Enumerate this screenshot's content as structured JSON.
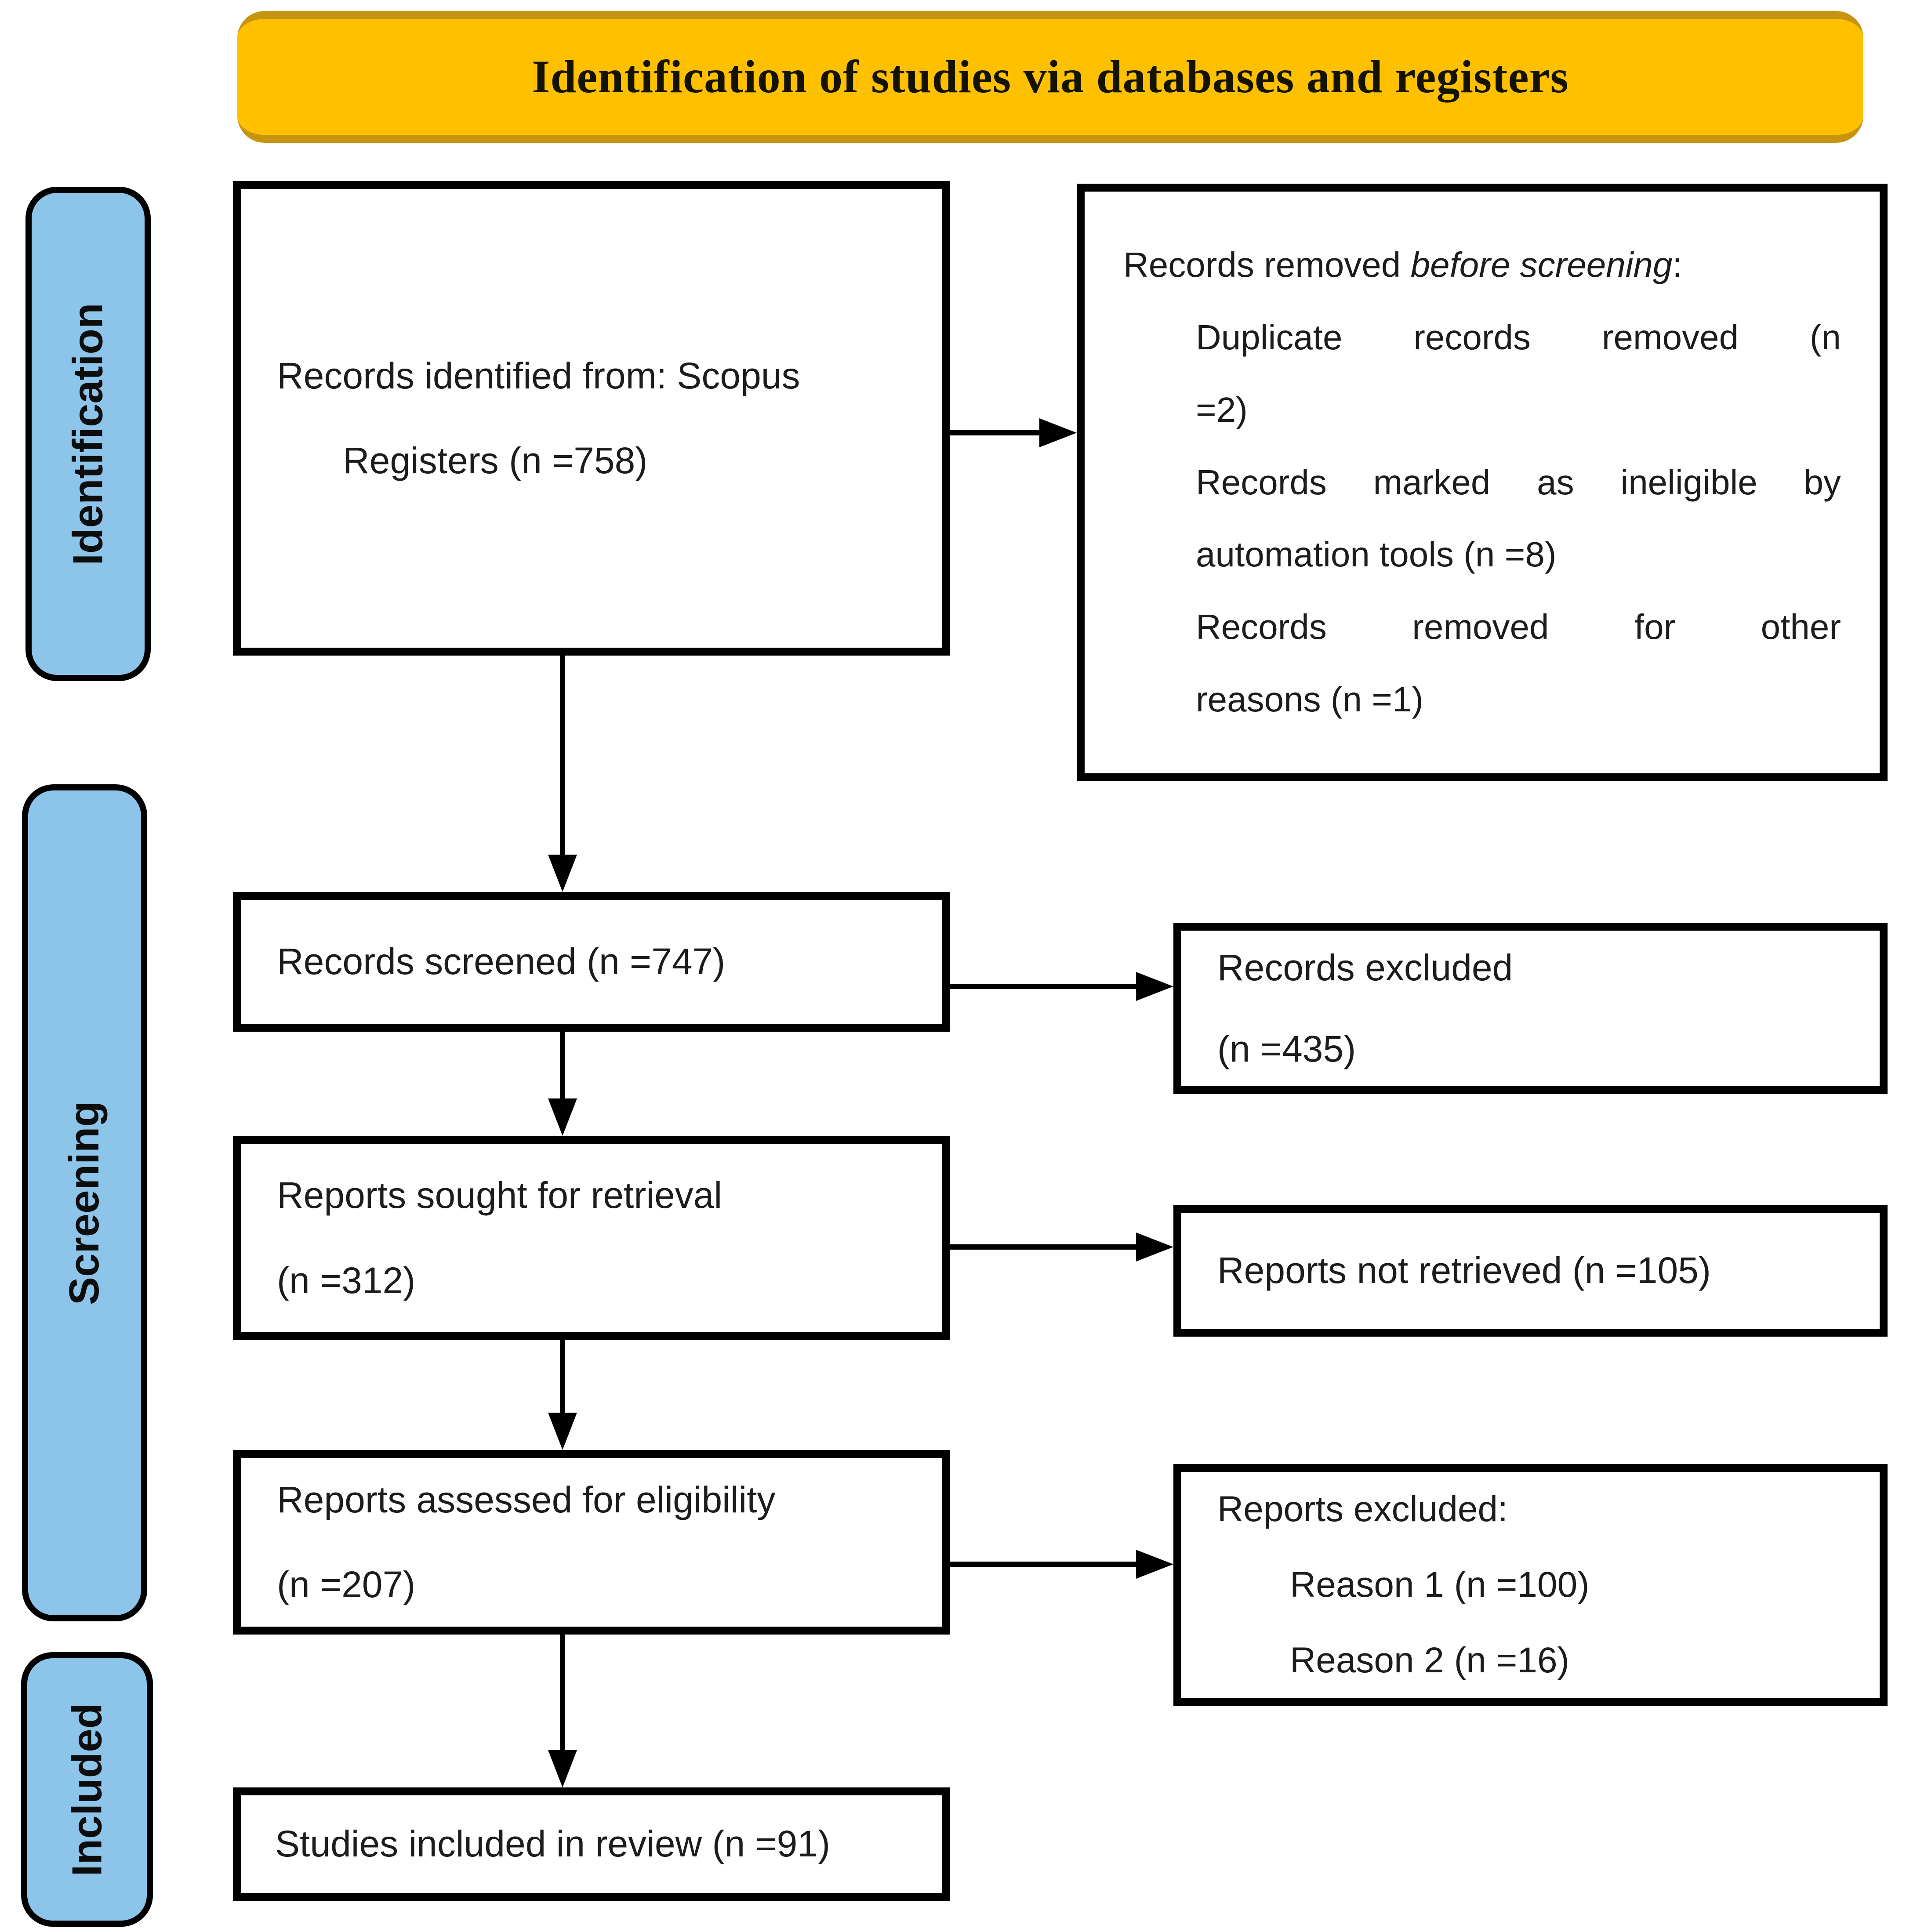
{
  "title": "Identification of studies via databases and registers",
  "colors": {
    "banner": "#FFC000",
    "banner_edge": "#C79412",
    "stage_label_blue": "#8DC4EA",
    "box_border": "#000000",
    "background": "#FFFFFF"
  },
  "side_labels": {
    "identification": "Identification",
    "screening": "Screening",
    "included": "Included"
  },
  "boxes": {
    "records_identified": {
      "line1": "Records identified from: Scopus",
      "line2": "Registers (n =758)"
    },
    "records_removed": {
      "heading": {
        "prefix": "Records removed ",
        "italic": "before screening",
        "suffix": ":"
      },
      "items": [
        {
          "lines": [
            "Duplicate records removed (n",
            "=2)"
          ]
        },
        {
          "lines": [
            "Records marked as ineligible by",
            "automation tools (n =8)"
          ]
        },
        {
          "lines": [
            "Records removed for other",
            "reasons (n =1)"
          ]
        }
      ]
    },
    "records_screened": {
      "text": "Records screened (n =747)"
    },
    "records_excluded": {
      "line1": "Records excluded",
      "line2": "(n =435)"
    },
    "reports_sought": {
      "line1": "Reports sought for retrieval",
      "line2": "(n =312)"
    },
    "reports_not_retrieved": {
      "text": "Reports not retrieved (n =105)"
    },
    "reports_assessed": {
      "line1": "Reports assessed for eligibility",
      "line2": "(n =207)"
    },
    "reports_excluded": {
      "heading": "Reports excluded:",
      "items": [
        "Reason 1 (n =100)",
        "Reason 2 (n =16)"
      ]
    },
    "studies_included": {
      "text": "Studies included in review (n =91)"
    }
  }
}
